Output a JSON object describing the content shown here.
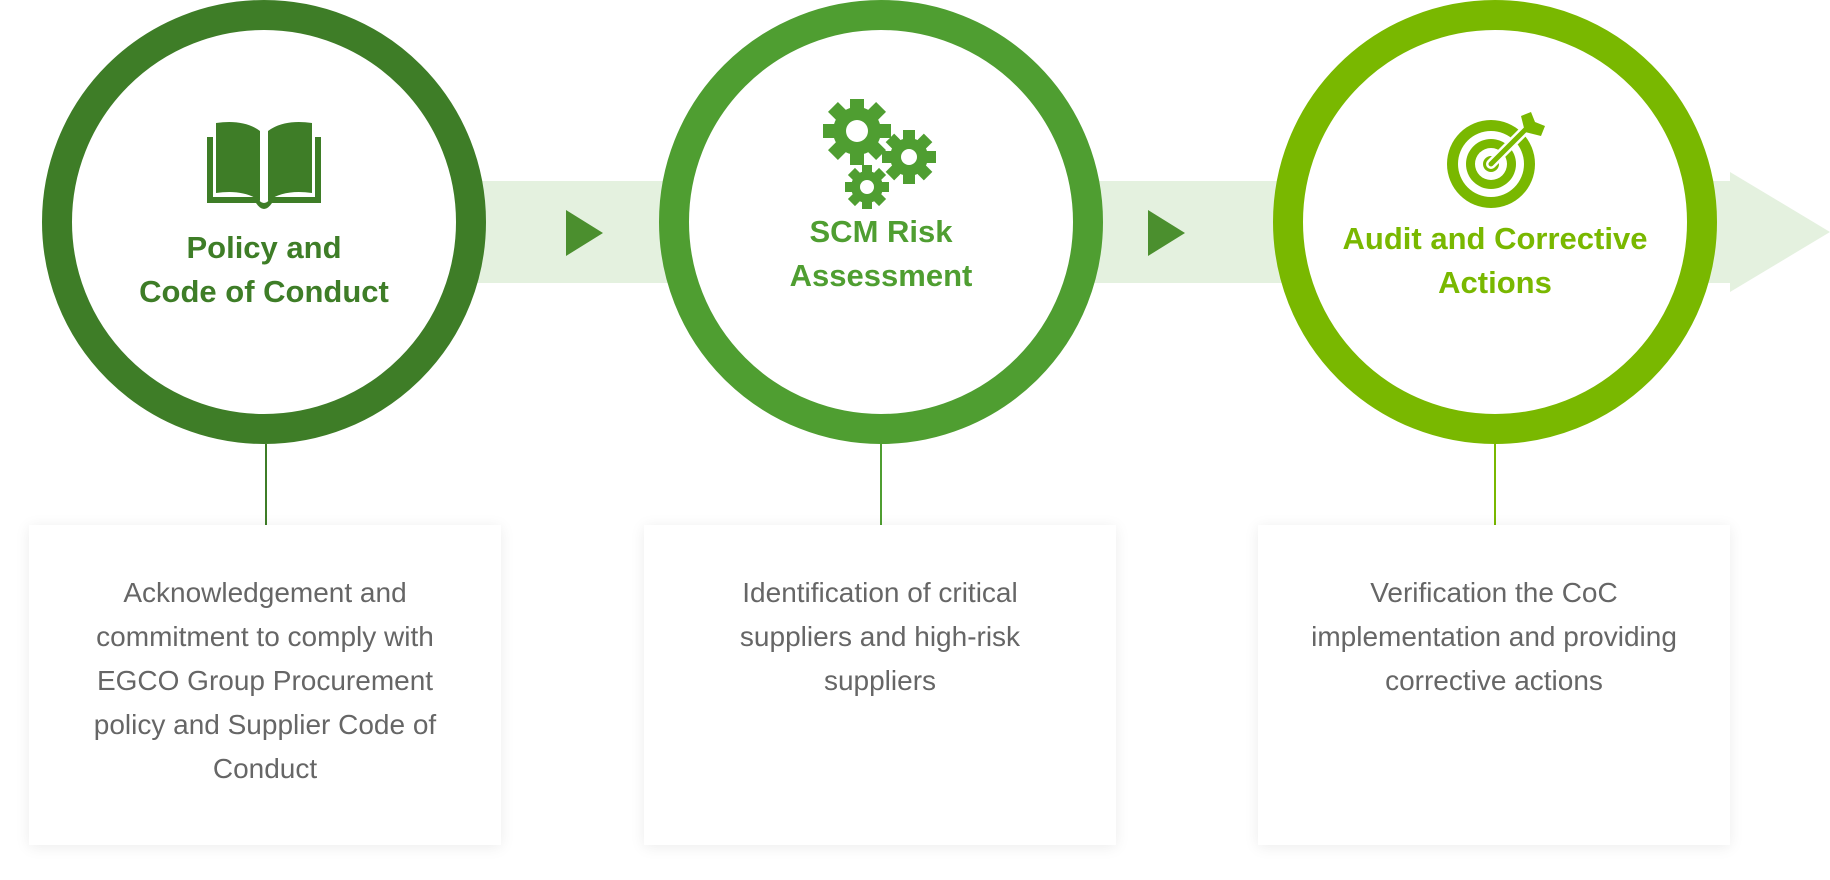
{
  "colors": {
    "band": "#e4f1df",
    "arrow": "#4b8f2e",
    "step1": "#3e7d27",
    "step2": "#4f9e31",
    "step3": "#79b800",
    "description_text": "#666666"
  },
  "steps": [
    {
      "icon": "open-book-icon",
      "title_lines": [
        "Policy and",
        "Code of Conduct"
      ],
      "description": "Acknowledgement and commitment to comply with EGCO Group Procurement policy and Supplier Code of Conduct"
    },
    {
      "icon": "gears-icon",
      "title_lines": [
        "SCM Risk",
        "Assessment"
      ],
      "description": "Identification of critical suppliers and high-risk suppliers"
    },
    {
      "icon": "target-icon",
      "title_lines": [
        "Audit and Corrective",
        "Actions"
      ],
      "description": "Verification the CoC implementation and providing corrective actions"
    }
  ]
}
